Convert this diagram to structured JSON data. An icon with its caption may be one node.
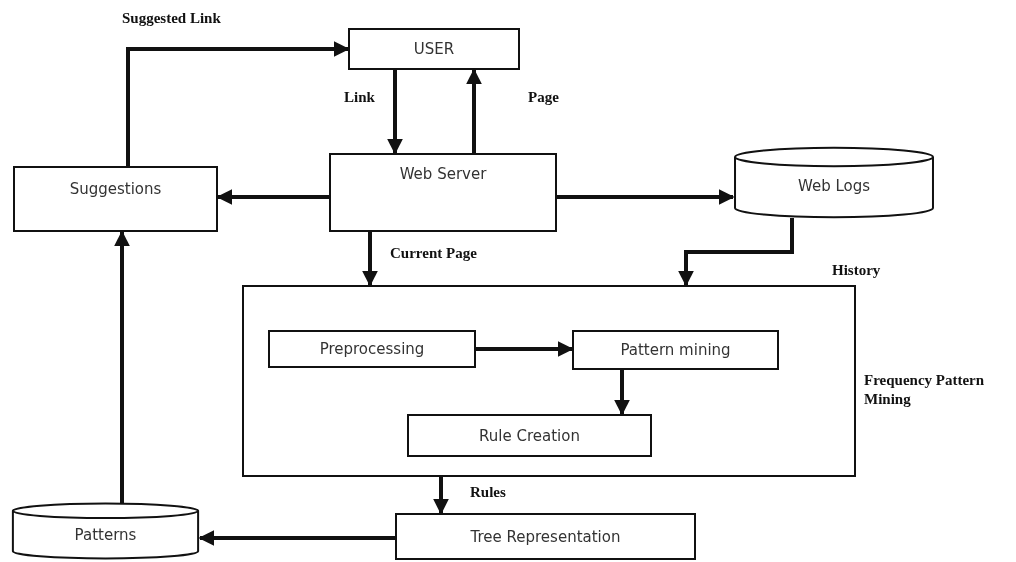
{
  "diagram": {
    "nodes": [
      {
        "text": [
          "USER"
        ]
      },
      {
        "text": [
          "Web Server"
        ]
      },
      {
        "text": [
          "Suggestions"
        ]
      },
      {
        "text": [
          "Web Logs"
        ]
      },
      {
        "text": [
          "Frequency Pattern Mining"
        ]
      },
      {
        "text": [
          "Preprocessing"
        ],
        "in": 4
      },
      {
        "text": [
          "Pattern mining"
        ],
        "in": 4
      },
      {
        "text": [
          "Rule Creation"
        ],
        "in": 4
      },
      {
        "text": [
          "Tree Representation"
        ]
      },
      {
        "text": [
          "Patterns"
        ]
      }
    ],
    "edges": [
      {
        "from": 2,
        "to": 0,
        "arrow": "to",
        "label": "Suggested Link"
      },
      {
        "from": 0,
        "to": 1,
        "arrow": "to",
        "label": "Link"
      },
      {
        "from": 1,
        "to": 0,
        "arrow": "to",
        "label": "Page"
      },
      {
        "from": 1,
        "to": 2,
        "arrow": "to"
      },
      {
        "from": 1,
        "to": 3,
        "arrow": "to"
      },
      {
        "from": 1,
        "to": 4,
        "arrow": "to",
        "label": "Current Page"
      },
      {
        "from": 3,
        "to": 4,
        "arrow": "to",
        "label": "History"
      },
      {
        "from": 5,
        "to": 6,
        "arrow": "to"
      },
      {
        "from": 6,
        "to": 7,
        "arrow": "to"
      },
      {
        "from": 4,
        "to": 8,
        "arrow": "to",
        "label": "Rules"
      },
      {
        "from": 8,
        "to": 9,
        "arrow": "to"
      },
      {
        "from": 9,
        "to": 2,
        "arrow": "to"
      }
    ]
  }
}
